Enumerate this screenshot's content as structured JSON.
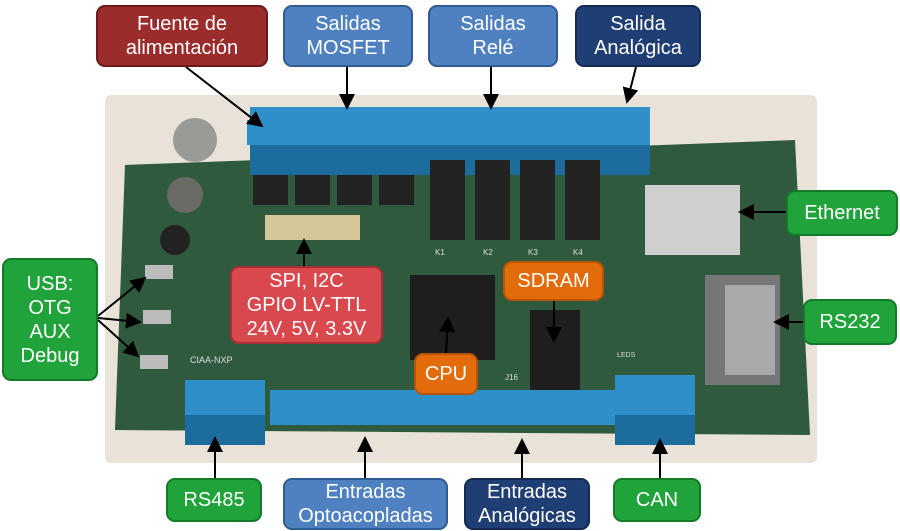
{
  "labels": {
    "power": "Fuente de\nalimentación",
    "mosfet": "Salidas\nMOSFET",
    "relay": "Salidas\nRelé",
    "analog_out": "Salida\nAnalógica",
    "ethernet": "Ethernet",
    "rs232": "RS232",
    "usb": "USB:\nOTG\nAUX\nDebug",
    "gpio": "SPI, I2C\nGPIO LV-TTL\n24V, 5V, 3.3V",
    "sdram": "SDRAM",
    "cpu": "CPU",
    "rs485": "RS485",
    "opto_in": "Entradas\nOptoacopladas",
    "analog_in": "Entradas\nAnalógicas",
    "can": "CAN"
  },
  "board_text": {
    "model": "CIAA-NXP",
    "k1": "K1",
    "k2": "K2",
    "k3": "K3",
    "k4": "K4",
    "j16": "J16",
    "leds": "LEDS"
  },
  "colors": {
    "red": "#9b2c2c",
    "light_blue": "#4f81c0",
    "dark_blue": "#1f3e73",
    "green": "#1fa33a",
    "orange": "#e36c0a",
    "pink": "#d9484d",
    "pcb": "#2f5a3e",
    "terminal": "#2f8fc8"
  }
}
